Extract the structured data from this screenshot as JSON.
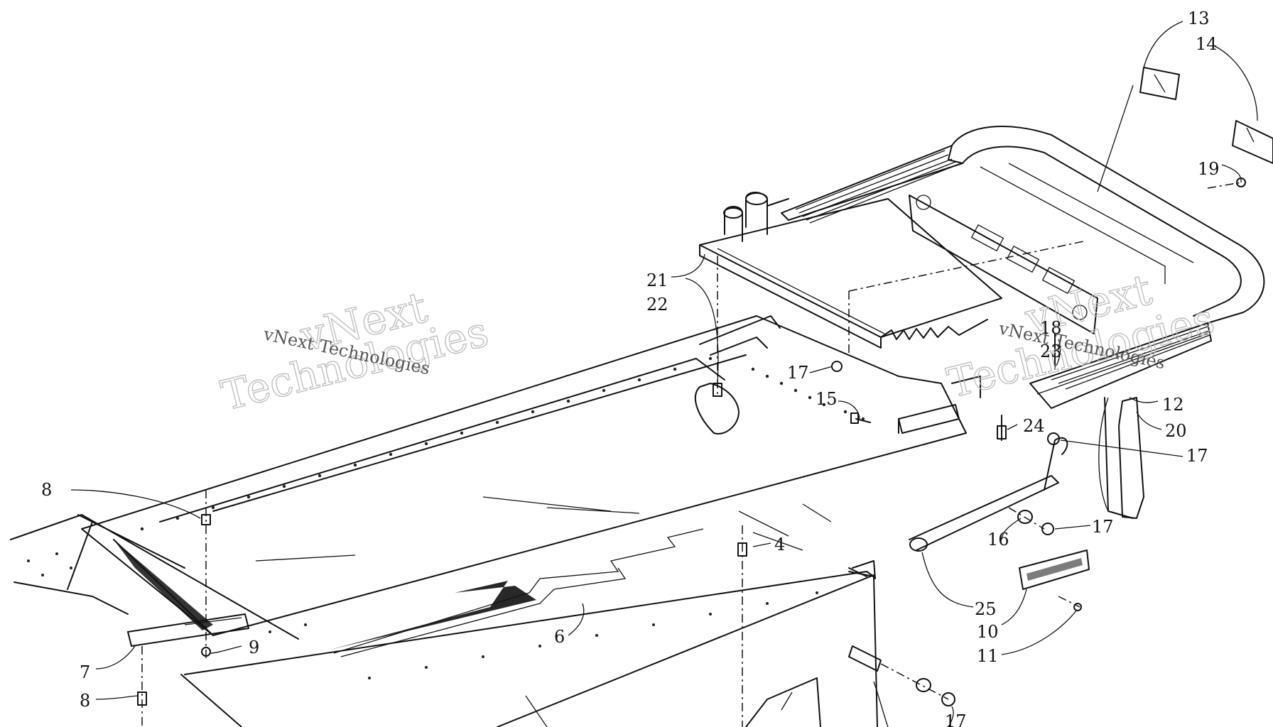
{
  "watermark": {
    "line1": "vNext",
    "line2": "Technologies",
    "small": "vNext Technologies"
  },
  "callouts": [
    {
      "id": "c13",
      "text": "13"
    },
    {
      "id": "c14",
      "text": "14"
    },
    {
      "id": "c19",
      "text": "19"
    },
    {
      "id": "c21",
      "text": "21"
    },
    {
      "id": "c22",
      "text": "22"
    },
    {
      "id": "c18",
      "text": "18"
    },
    {
      "id": "c23",
      "text": "23"
    },
    {
      "id": "c17a",
      "text": "17"
    },
    {
      "id": "c15",
      "text": "15"
    },
    {
      "id": "c24",
      "text": "24"
    },
    {
      "id": "c12",
      "text": "12"
    },
    {
      "id": "c20",
      "text": "20"
    },
    {
      "id": "c17b",
      "text": "17"
    },
    {
      "id": "c8a",
      "text": "8"
    },
    {
      "id": "c4",
      "text": "4"
    },
    {
      "id": "c16",
      "text": "16"
    },
    {
      "id": "c17c",
      "text": "17"
    },
    {
      "id": "c25",
      "text": "25"
    },
    {
      "id": "c10",
      "text": "10"
    },
    {
      "id": "c9",
      "text": "9"
    },
    {
      "id": "c6",
      "text": "6"
    },
    {
      "id": "c7",
      "text": "7"
    },
    {
      "id": "c11",
      "text": "11"
    },
    {
      "id": "c8b",
      "text": "8"
    },
    {
      "id": "c17d",
      "text": "17"
    }
  ]
}
